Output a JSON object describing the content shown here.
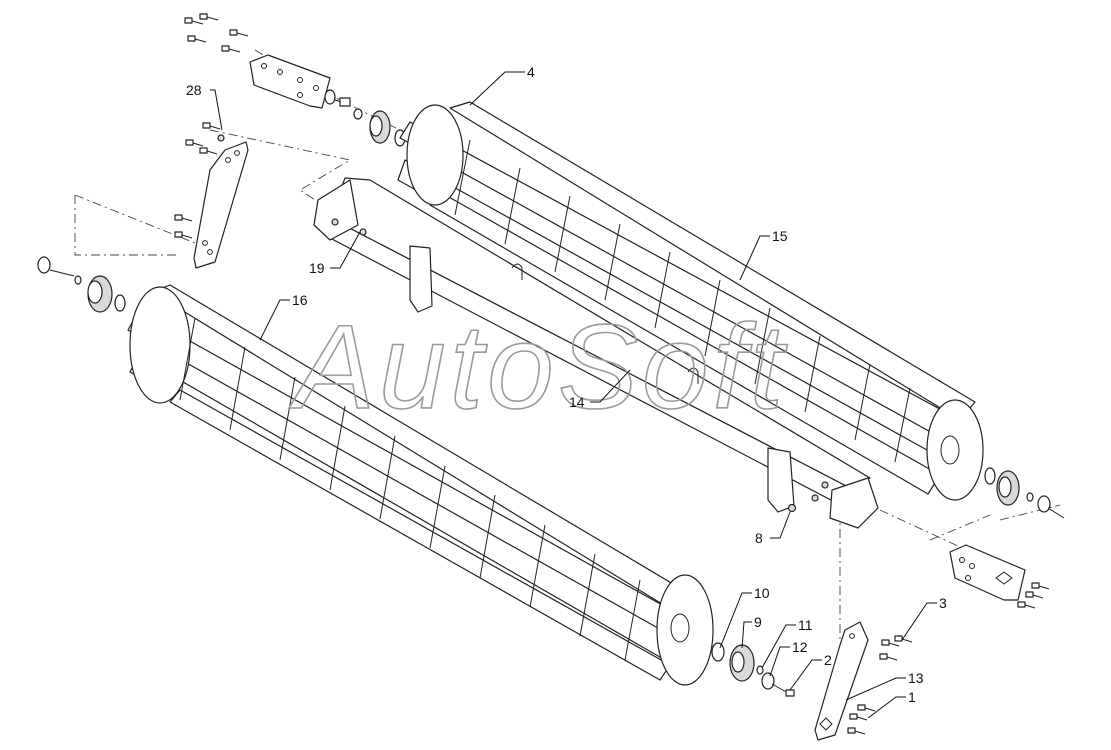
{
  "watermark": "AutoSoft",
  "callouts": [
    {
      "id": "c4",
      "label": "4"
    },
    {
      "id": "c28",
      "label": "28"
    },
    {
      "id": "c15",
      "label": "15"
    },
    {
      "id": "c19",
      "label": "19"
    },
    {
      "id": "c16",
      "label": "16"
    },
    {
      "id": "c14",
      "label": "14"
    },
    {
      "id": "c8",
      "label": "8"
    },
    {
      "id": "c3",
      "label": "3"
    },
    {
      "id": "c10",
      "label": "10"
    },
    {
      "id": "c9",
      "label": "9"
    },
    {
      "id": "c11",
      "label": "11"
    },
    {
      "id": "c12",
      "label": "12"
    },
    {
      "id": "c2",
      "label": "2"
    },
    {
      "id": "c13",
      "label": "13"
    },
    {
      "id": "c1",
      "label": "1"
    }
  ]
}
